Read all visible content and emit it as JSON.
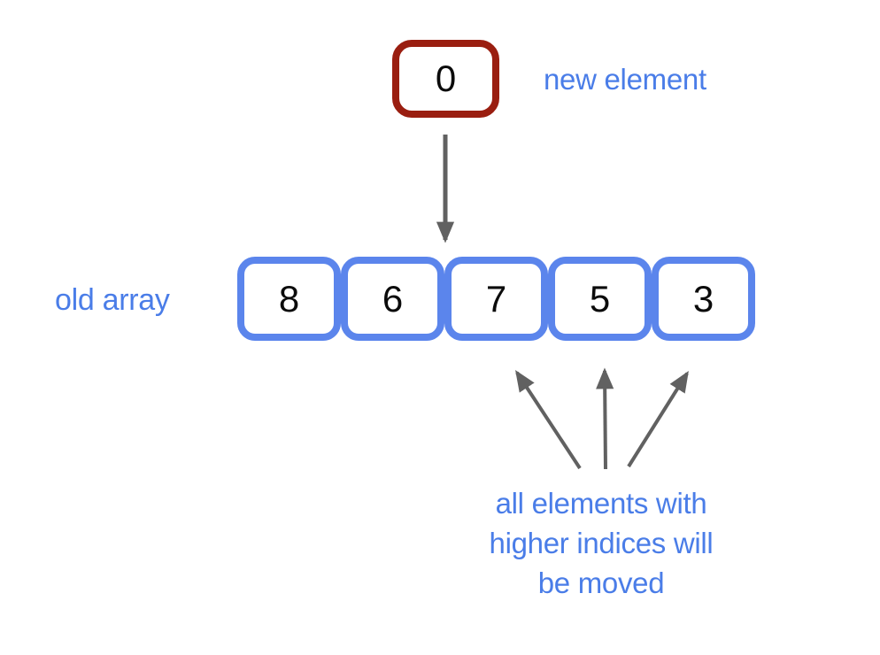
{
  "new_element": {
    "value": "0",
    "label": "new element"
  },
  "old_array": {
    "label": "old array",
    "cells": [
      "8",
      "6",
      "7",
      "5",
      "3"
    ]
  },
  "annotation": {
    "line1": "all elements with",
    "line2": "higher indices will",
    "line3": "be moved"
  },
  "icons": {
    "insert_arrow": "arrow-down",
    "shift_arrow_left": "arrow-up-left",
    "shift_arrow_middle": "arrow-up",
    "shift_arrow_right": "arrow-up-right"
  },
  "colors": {
    "label_blue": "#4a7de8",
    "cell_border_blue": "#5b85ec",
    "new_element_border_red": "#9a1e10",
    "arrow_gray": "#616161",
    "digit_black": "#0b0b0b",
    "background": "#ffffff"
  }
}
